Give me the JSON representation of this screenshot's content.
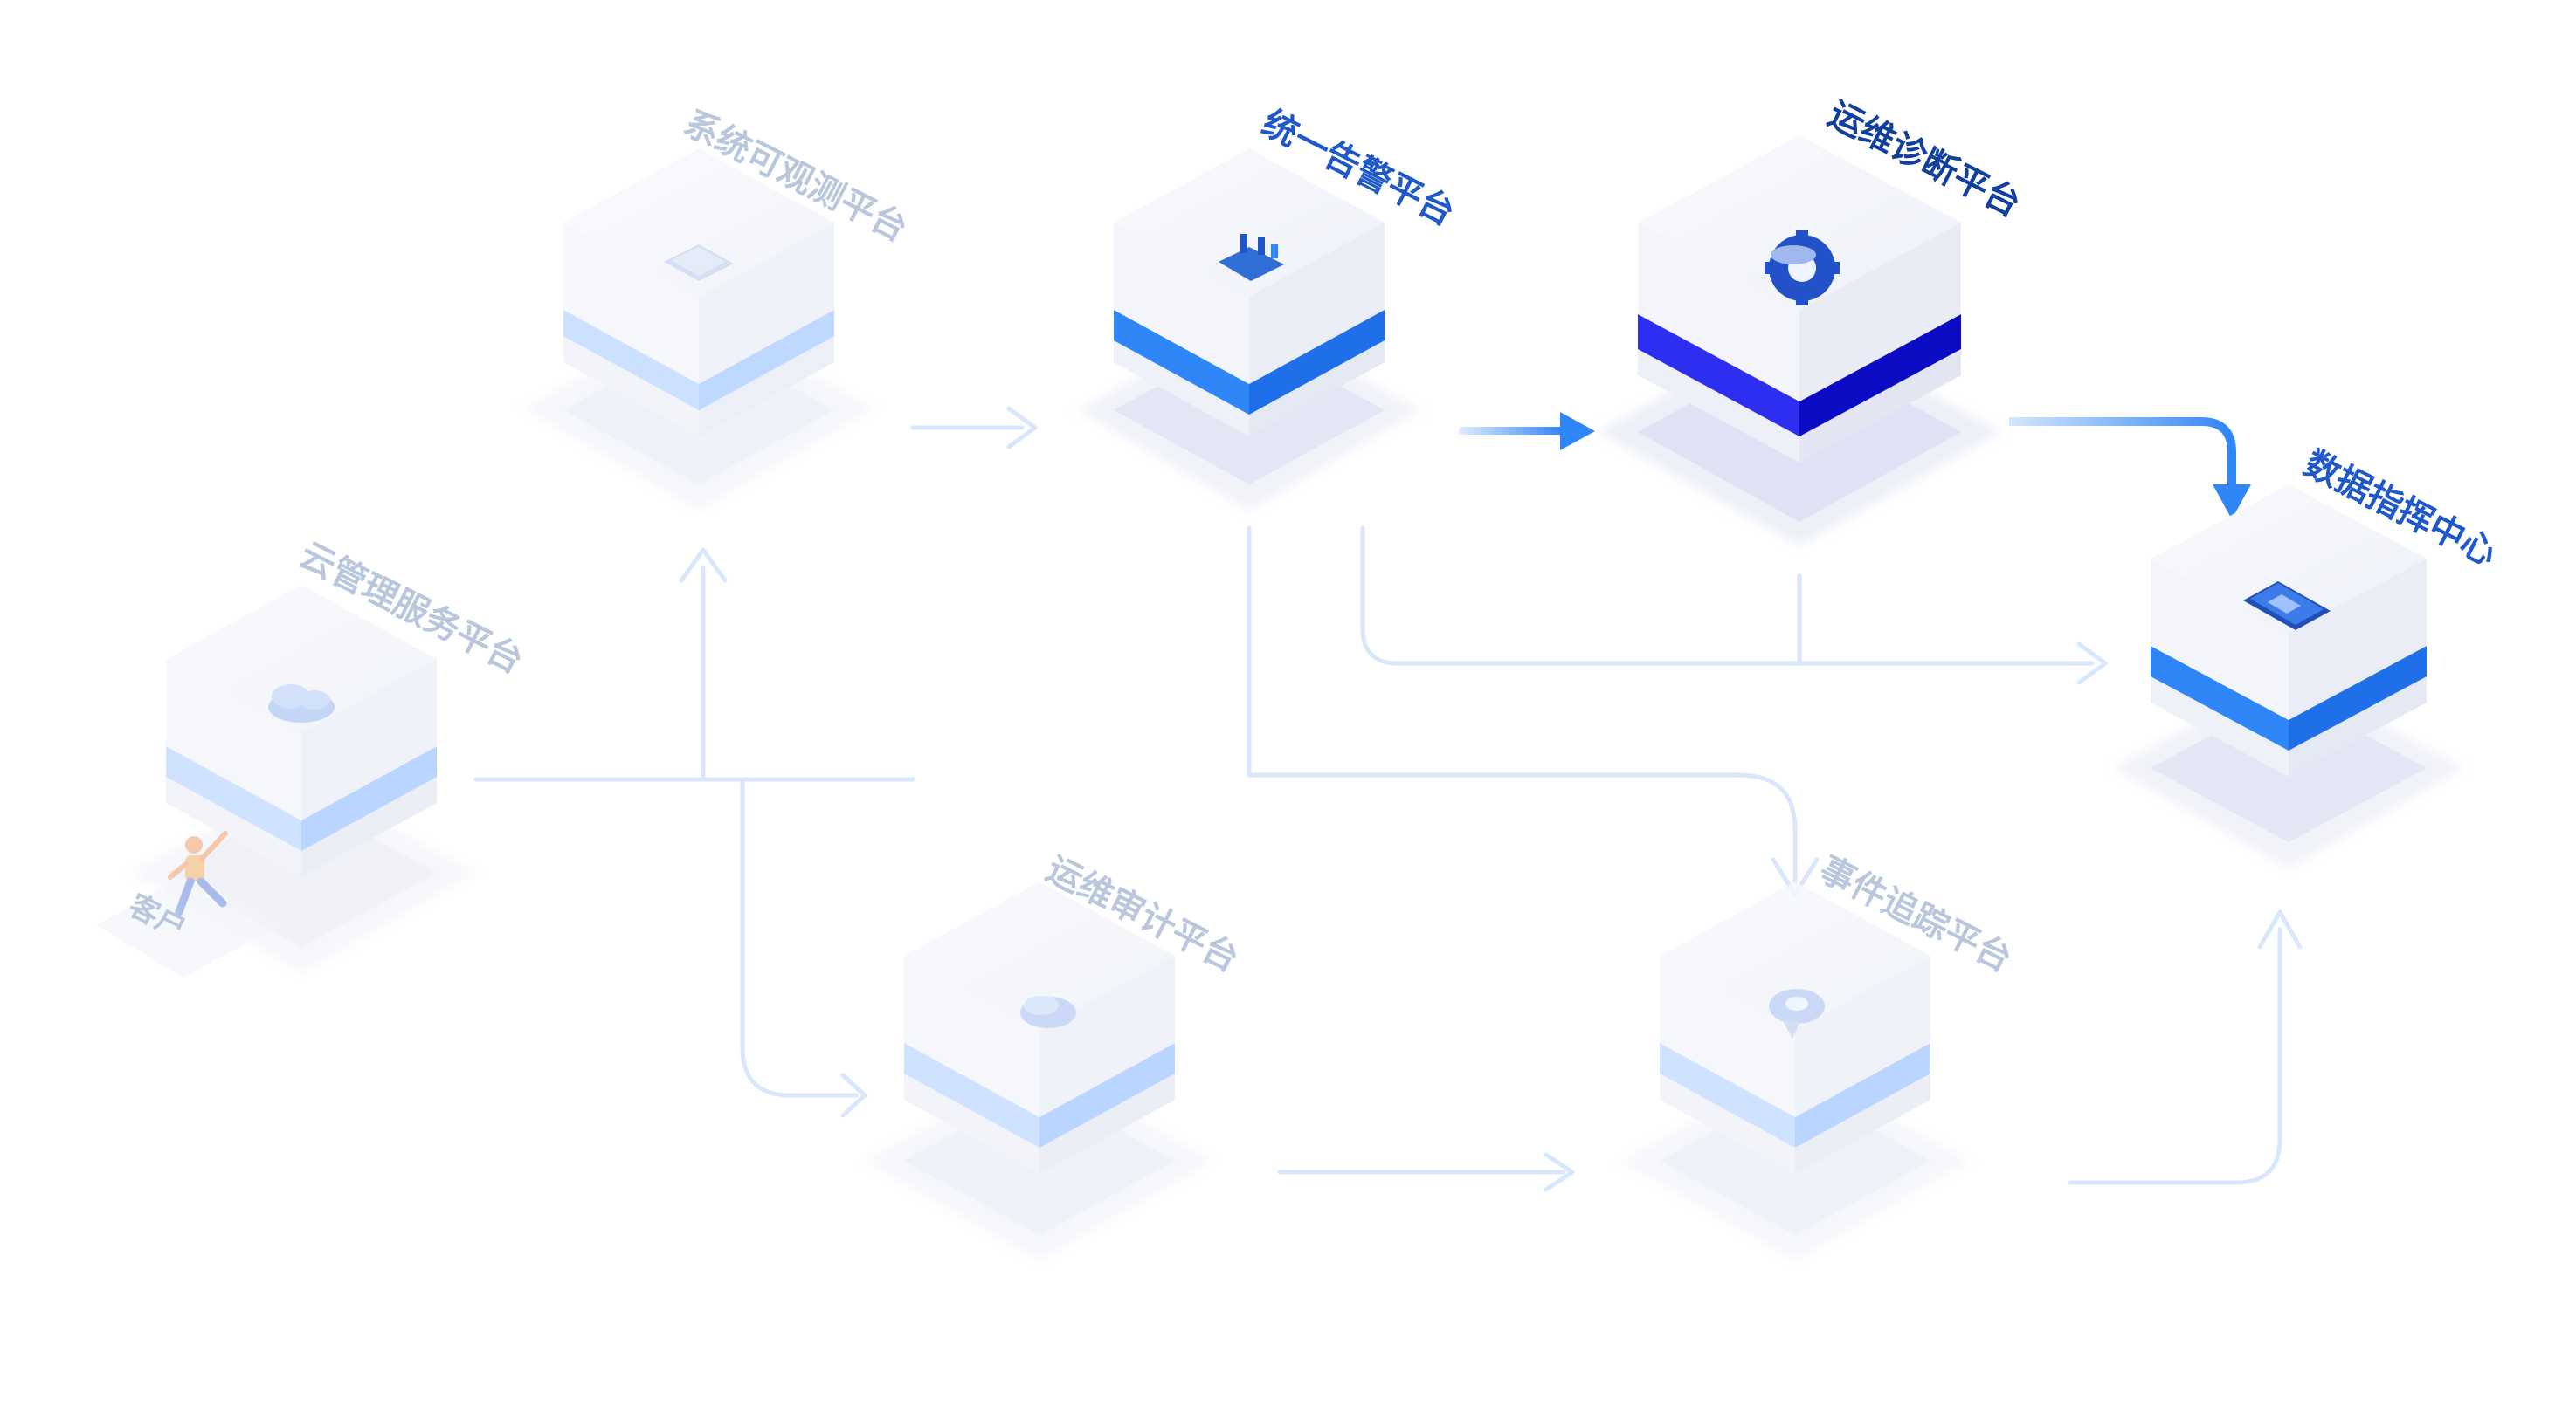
{
  "nodes": {
    "observability": {
      "label": "系统可观测平台",
      "icon": "monitor-icon",
      "accent": "#bcd7ff"
    },
    "alert": {
      "label": "统一告警平台",
      "icon": "alert-device-icon",
      "accent": "#2f86f6"
    },
    "diagnosis": {
      "label": "运维诊断平台",
      "icon": "gear-icon",
      "accent": "#1414d8"
    },
    "data_center": {
      "label": "数据指挥中心",
      "icon": "dashboard-icon",
      "accent": "#2f86f6"
    },
    "cloud": {
      "label": "云管理服务平台",
      "icon": "cloud-icon",
      "accent": "#bcd7ff"
    },
    "customer": {
      "label": "客户",
      "icon": "person-icon"
    },
    "audit": {
      "label": "运维审计平台",
      "icon": "shield-icon",
      "accent": "#bcd7ff"
    },
    "event": {
      "label": "事件追踪平台",
      "icon": "location-pin-icon",
      "accent": "#bcd7ff"
    }
  },
  "colors": {
    "flow_faded": "#d6e5fa",
    "flow_active": "#2f86f6",
    "label_faded": "#b9c7dc",
    "label_active": "#1f58c9"
  }
}
